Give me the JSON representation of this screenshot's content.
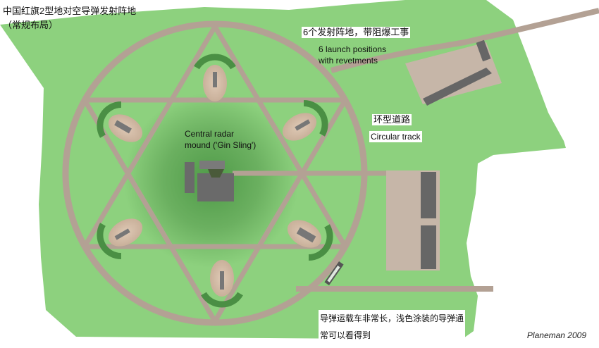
{
  "title": {
    "line1": "中国红旗2型地对空导弹发射阵地",
    "line2": "（常规布局）"
  },
  "labels": {
    "launch_positions_cn": "6个发射阵地，带阻爆工事",
    "launch_positions_en_line1": "6 launch positions",
    "launch_positions_en_line2": "with revetments",
    "track_cn": "环型道路",
    "track_en": "Circular track",
    "radar_line1": "Central radar",
    "radar_line2": "mound ('Gin Sling')",
    "transporter_line1": "导弹运载车非常长，浅色涂装的导弹通",
    "transporter_line2": "常可以看得到"
  },
  "credit": "Planeman 2009",
  "colors": {
    "grass": "#8dd17e",
    "mound": "#6fae64",
    "road": "#b3a194",
    "pad": "#d8c2ac",
    "building": "#6a6a6a",
    "background": "#ffffff"
  }
}
